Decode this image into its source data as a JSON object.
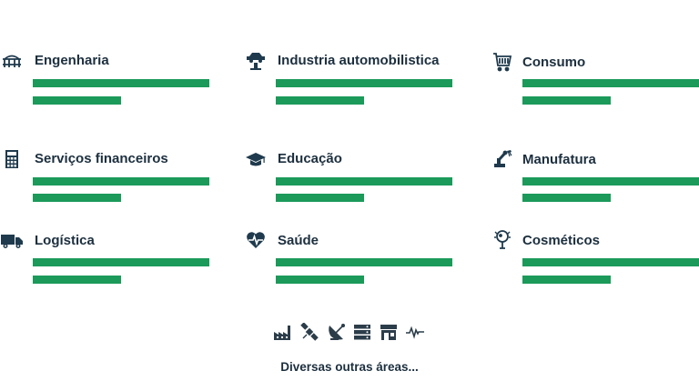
{
  "areas": {
    "items": [
      {
        "label": "Engenharia",
        "icon": "bridge-icon",
        "progress_long": 1.0,
        "progress_short": 0.5
      },
      {
        "label": "Industria automobilistica",
        "icon": "car-lift-icon",
        "progress_long": 1.0,
        "progress_short": 0.5
      },
      {
        "label": "Consumo",
        "icon": "shopping-cart-icon",
        "progress_long": 1.0,
        "progress_short": 0.5
      },
      {
        "label": "Serviços financeiros",
        "icon": "calculator-icon",
        "progress_long": 1.0,
        "progress_short": 0.5
      },
      {
        "label": "Educação",
        "icon": "graduation-cap-icon",
        "progress_long": 1.0,
        "progress_short": 0.5
      },
      {
        "label": "Manufatura",
        "icon": "robot-arm-icon",
        "progress_long": 1.0,
        "progress_short": 0.5
      },
      {
        "label": "Logística",
        "icon": "truck-icon",
        "progress_long": 1.0,
        "progress_short": 0.5
      },
      {
        "label": "Saúde",
        "icon": "heart-pulse-icon",
        "progress_long": 1.0,
        "progress_short": 0.5
      },
      {
        "label": "Cosméticos",
        "icon": "cosmetics-mirror-icon",
        "progress_long": 1.0,
        "progress_short": 0.5
      }
    ]
  },
  "more_icons": [
    "factory-icon",
    "satellite-icon",
    "satellite-dish-icon",
    "server-icon",
    "store-icon",
    "activity-wave-icon"
  ],
  "footer": {
    "text": "Diversas outras áreas..."
  },
  "colors": {
    "bar": "#1b9a5a",
    "text": "#1c2f3e",
    "icon": "#1f3a4d",
    "background": "#ffffff"
  }
}
